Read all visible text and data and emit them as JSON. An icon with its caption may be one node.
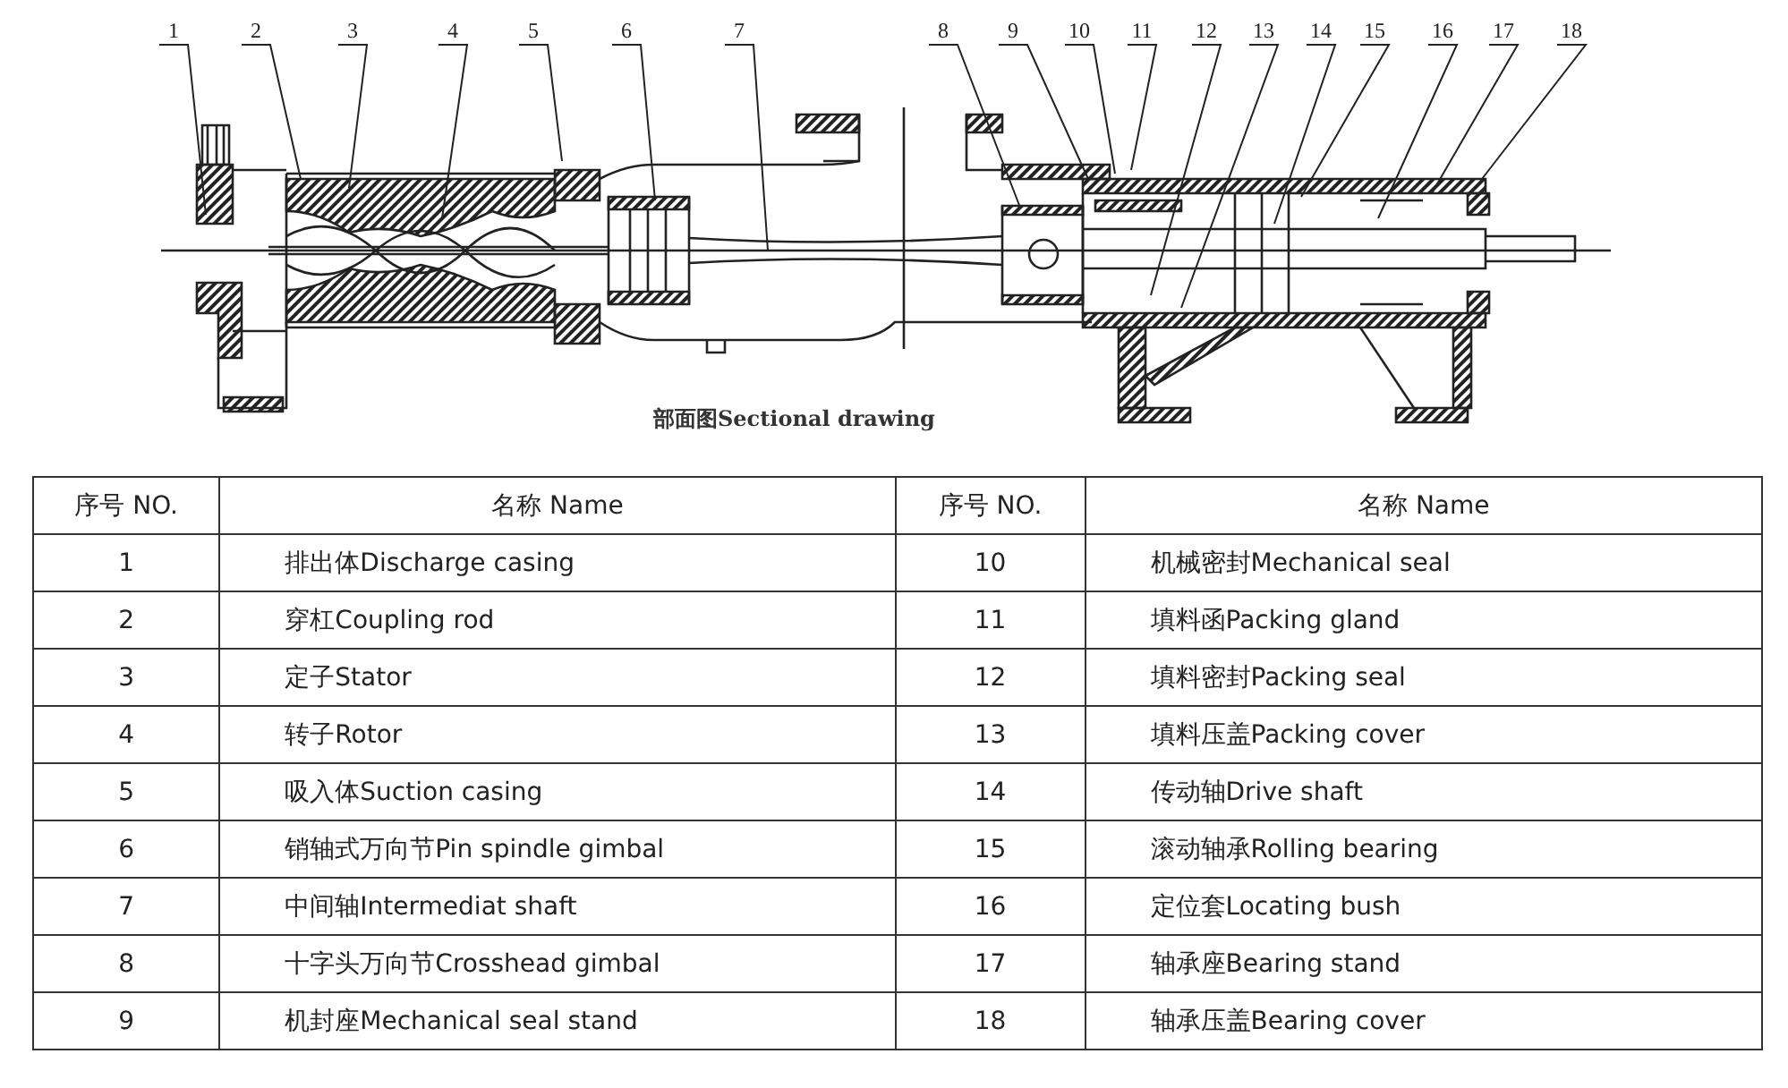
{
  "diagram": {
    "caption": "部面图Sectional drawing",
    "nodes": [
      {
        "text": [
          "1"
        ]
      },
      {
        "text": [
          "2"
        ]
      },
      {
        "text": [
          "3"
        ]
      },
      {
        "text": [
          "4"
        ]
      },
      {
        "text": [
          "5"
        ]
      },
      {
        "text": [
          "6"
        ]
      },
      {
        "text": [
          "7"
        ]
      },
      {
        "text": [
          "8"
        ]
      },
      {
        "text": [
          "9"
        ]
      },
      {
        "text": [
          "10"
        ]
      },
      {
        "text": [
          "11"
        ]
      },
      {
        "text": [
          "12"
        ]
      },
      {
        "text": [
          "13"
        ]
      },
      {
        "text": [
          "14"
        ]
      },
      {
        "text": [
          "15"
        ]
      },
      {
        "text": [
          "16"
        ]
      },
      {
        "text": [
          "17"
        ]
      },
      {
        "text": [
          "18"
        ]
      }
    ],
    "edges": [
      {
        "from": 0,
        "to": null,
        "arrow": "none"
      },
      {
        "from": 1,
        "to": null,
        "arrow": "none"
      },
      {
        "from": 2,
        "to": null,
        "arrow": "none"
      },
      {
        "from": 3,
        "to": null,
        "arrow": "none"
      },
      {
        "from": 4,
        "to": null,
        "arrow": "none"
      },
      {
        "from": 5,
        "to": null,
        "arrow": "none"
      },
      {
        "from": 6,
        "to": null,
        "arrow": "none"
      },
      {
        "from": 7,
        "to": null,
        "arrow": "none"
      },
      {
        "from": 8,
        "to": null,
        "arrow": "none"
      },
      {
        "from": 9,
        "to": null,
        "arrow": "none"
      },
      {
        "from": 10,
        "to": null,
        "arrow": "none"
      },
      {
        "from": 11,
        "to": null,
        "arrow": "none"
      },
      {
        "from": 12,
        "to": null,
        "arrow": "none"
      },
      {
        "from": 13,
        "to": null,
        "arrow": "none"
      },
      {
        "from": 14,
        "to": null,
        "arrow": "none"
      },
      {
        "from": 15,
        "to": null,
        "arrow": "none"
      },
      {
        "from": 16,
        "to": null,
        "arrow": "none"
      },
      {
        "from": 17,
        "to": null,
        "arrow": "none"
      }
    ],
    "labels": [
      "序号 NO.",
      "名称 Name",
      "序号 NO.",
      "名称 Name",
      "1",
      "排出体Discharge casing",
      "10",
      "机械密封Mechanical seal",
      "2",
      "穿杠Coupling rod",
      "11",
      "填料函Packing gland",
      "3",
      "定子Stator",
      "12",
      "填料密封Packing seal",
      "4",
      "转子Rotor",
      "13",
      "填料压盖Packing cover",
      "5",
      "吸入体Suction casing",
      "14",
      "传动轴Drive shaft",
      "6",
      "销轴式万向节Pin spindle gimbal",
      "15",
      "滚动轴承Rolling bearing",
      "7",
      "中间轴Intermediat shaft",
      "16",
      "定位套Locating bush",
      "8",
      "十字头万向节Crosshead gimbal",
      "17",
      "轴承座Bearing stand",
      "9",
      "机封座Mechanical seal stand",
      "18",
      "轴承压盖Bearing cover"
    ]
  }
}
